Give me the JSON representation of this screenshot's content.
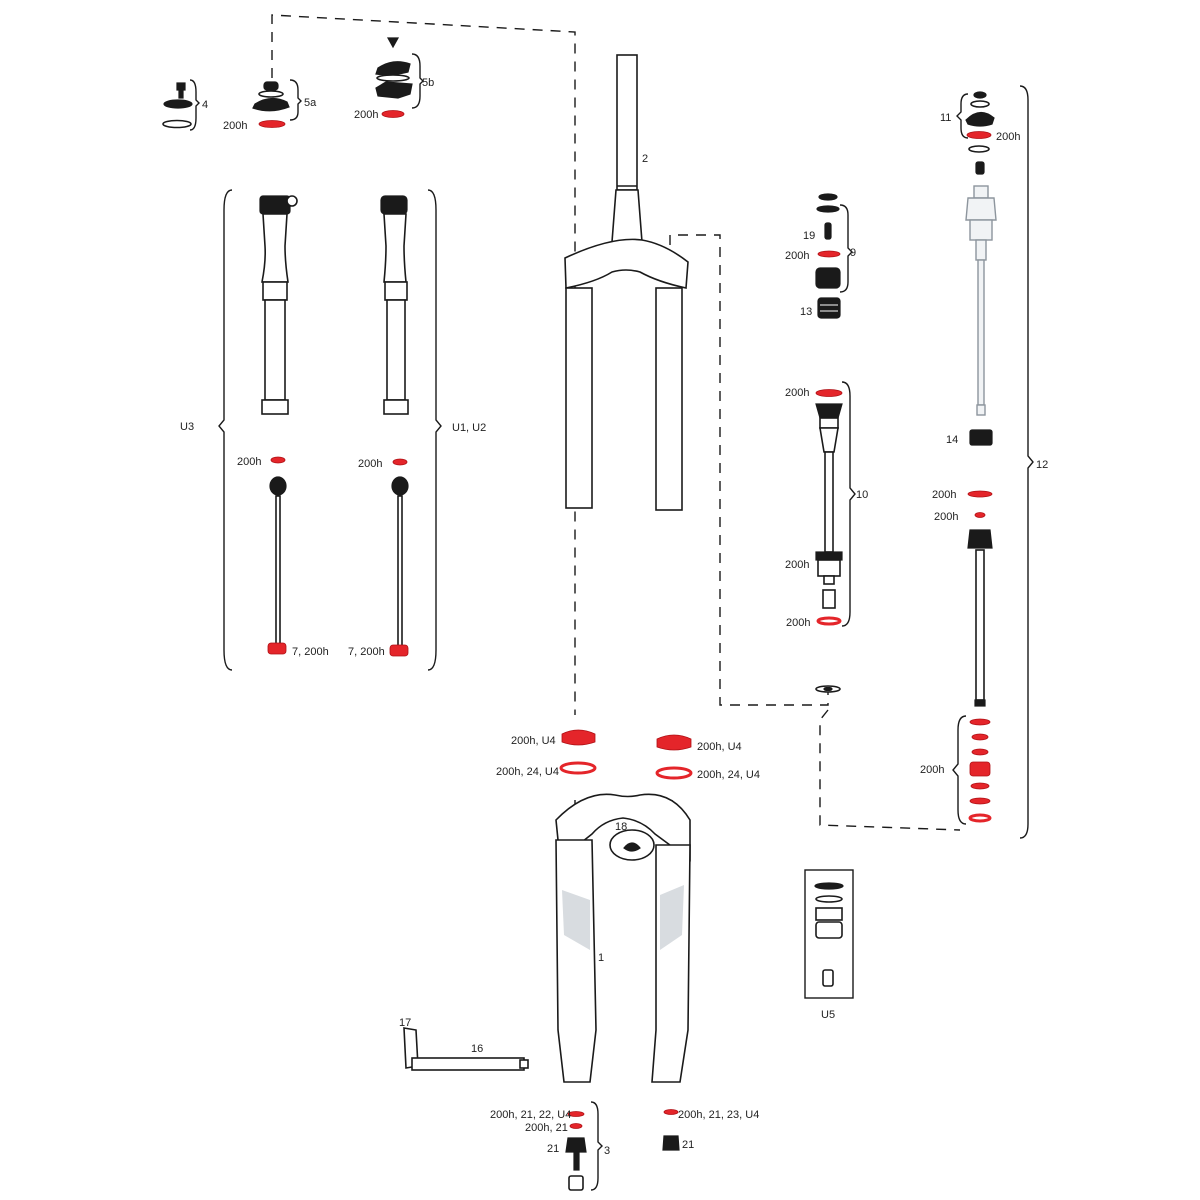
{
  "labels": {
    "p4": "4",
    "p5a": "5a",
    "p5b": "5b",
    "p200h_5a": "200h",
    "p200h_5b": "200h",
    "p2": "2",
    "p11": "11",
    "p200h_11": "200h",
    "p19": "19",
    "p9": "9",
    "p200h_9": "200h",
    "p13": "13",
    "u3": "U3",
    "u1u2": "U1, U2",
    "p200h_l1": "200h",
    "p200h_l2": "200h",
    "p7_l1": "7, 200h",
    "p7_l2": "7, 200h",
    "p200h_10a": "200h",
    "p10": "10",
    "p200h_10b": "200h",
    "p200h_10c": "200h",
    "p14": "14",
    "p12": "12",
    "p200h_12a": "200h",
    "p200h_12b": "200h",
    "p200h_12c": "200h",
    "seal_l1": "200h, U4",
    "seal_l2": "200h, 24, U4",
    "seal_r1": "200h, U4",
    "seal_r2": "200h, 24, U4",
    "p18": "18",
    "p1": "1",
    "u5": "U5",
    "p17": "17",
    "p16": "16",
    "b_l1": "200h, 21, 22, U4",
    "b_l2": "200h, 21",
    "b_l3": "21",
    "p3": "3",
    "b_r1": "200h, 21, 23, U4",
    "b_r2": "21"
  },
  "colors": {
    "seal": "#e4252a",
    "line": "#1a1a1a",
    "ghost": "#8d959d"
  }
}
